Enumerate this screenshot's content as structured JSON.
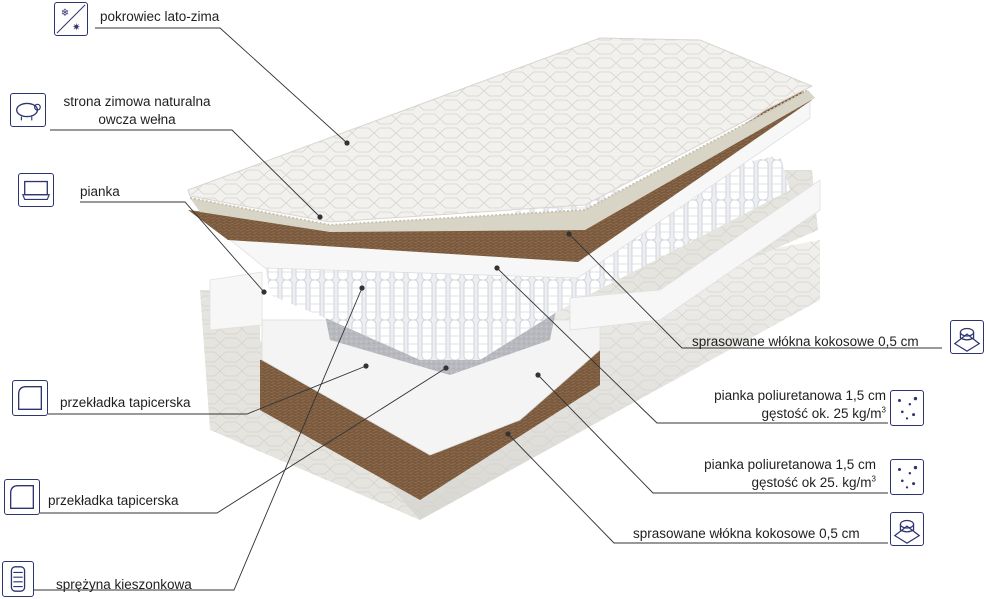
{
  "labels": {
    "cover": "pokrowiec lato-zima",
    "wool_line1": "strona zimowa naturalna",
    "wool_line2": "owcza wełna",
    "foam": "pianka",
    "felt1": "przekładka tapicerska",
    "felt2": "przekładka tapicerska",
    "spring": "sprężyna kieszonkowa",
    "coco1": "sprasowane włókna kokosowe 0,5 cm",
    "pu1_line1": "pianka  poliuretanowa 1,5 cm",
    "pu1_line2_prefix": "gęstość ok. 25 kg/m",
    "pu1_sup": "3",
    "pu2_line1": "pianka  poliuretanowa 1,5 cm",
    "pu2_line2_prefix": "gęstość ok 25. kg/m",
    "pu2_sup": "3",
    "coco2": "sprasowane włókna kokosowe 0,5 cm"
  },
  "icons": {
    "cover": "snowflake-sun-icon",
    "wool": "sheep-icon",
    "foam": "foam-block-icon",
    "felt1": "felt-sheet-icon",
    "felt2": "felt-sheet-icon",
    "spring": "pocket-spring-icon",
    "coco1": "coconut-fiber-icon",
    "pu1": "pu-foam-dots-icon",
    "pu2": "pu-foam-dots-icon",
    "coco2": "coconut-fiber-icon"
  },
  "colors": {
    "icon_border": "#2d3470",
    "leader_line": "#333333",
    "coconut": "#7a5a3e",
    "fabric": "#ecebe8",
    "wool": "#d8d4c4",
    "felt": "#bfc0c4"
  }
}
